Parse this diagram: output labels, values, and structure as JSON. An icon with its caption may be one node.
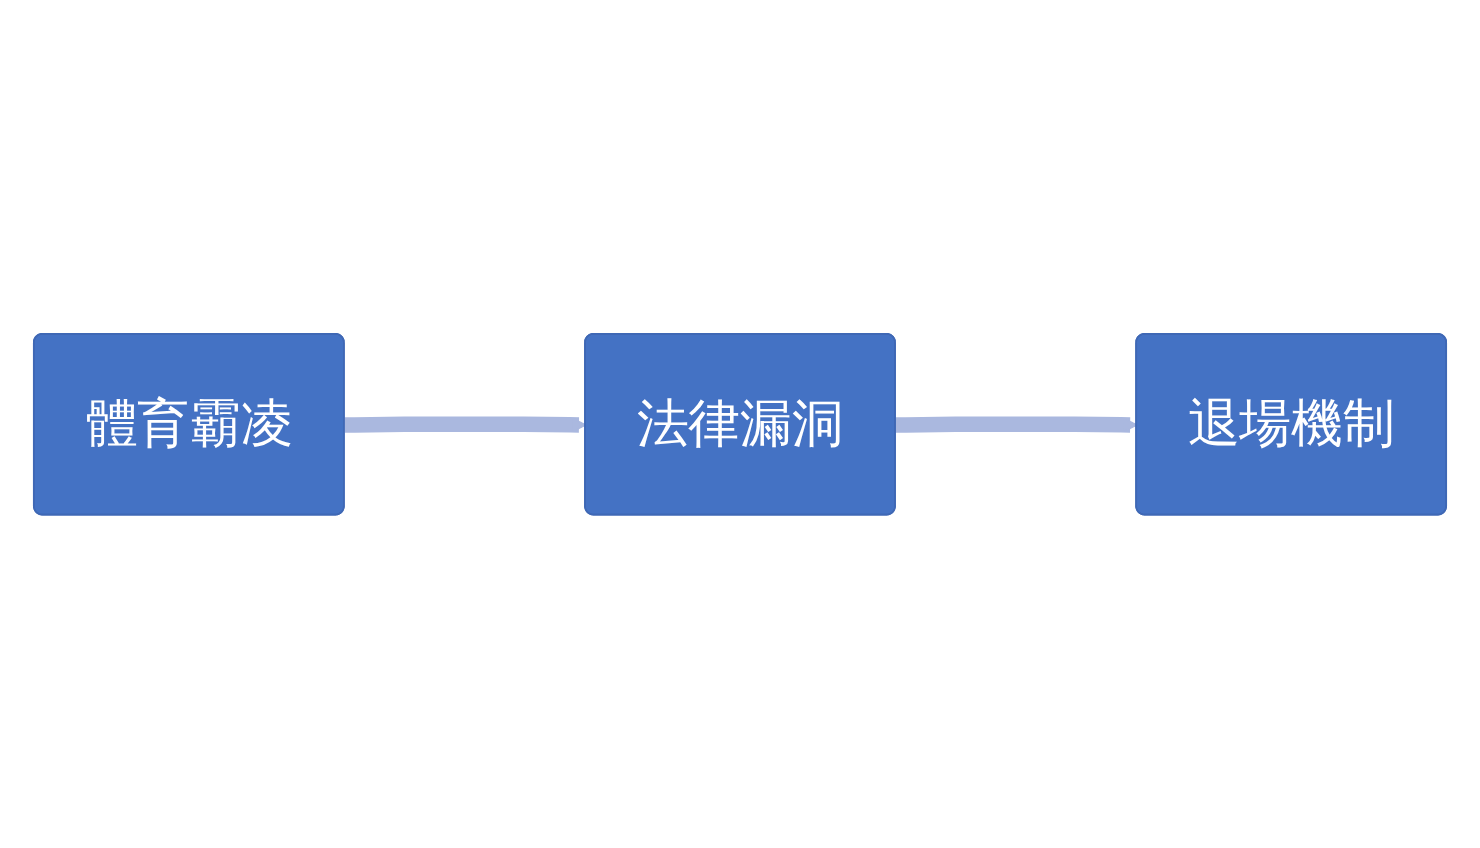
{
  "diagram": {
    "nodes": [
      {
        "text": [
          "體育霸凌"
        ]
      },
      {
        "text": [
          "法律漏洞"
        ]
      },
      {
        "text": [
          "退場機制"
        ]
      }
    ],
    "edges": [
      {
        "from": 0,
        "to": 1,
        "arrow": "to"
      },
      {
        "from": 1,
        "to": 2,
        "arrow": "to"
      }
    ]
  }
}
